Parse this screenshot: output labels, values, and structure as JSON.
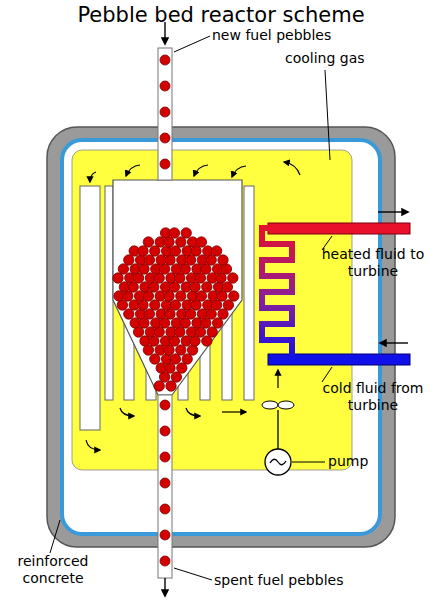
{
  "diagram": {
    "title": "Pebble bed reactor scheme",
    "labels": [
      "new fuel pebbles",
      "cooling gas",
      "heated fluid to turbine",
      "cold fluid from turbine",
      "pump",
      "reinforced concrete",
      "spent fuel pebbles"
    ]
  }
}
